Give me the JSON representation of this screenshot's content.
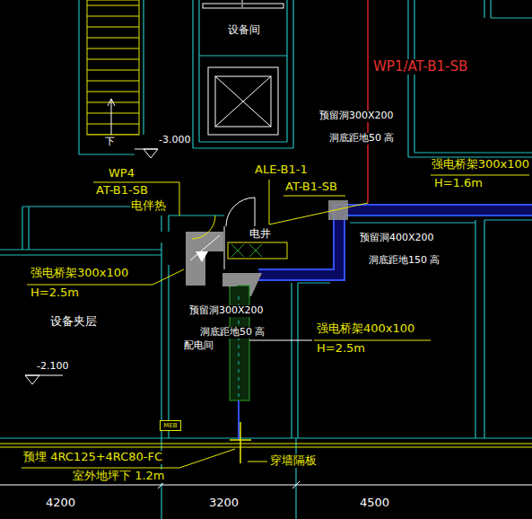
{
  "diagram": {
    "nodes": [
      {
        "text": [
          "设备间"
        ]
      },
      {
        "text": [
          "电井"
        ]
      },
      {
        "text": [
          "MEB"
        ]
      }
    ],
    "labels": [
      "下",
      "-3.000",
      "WP1/AT-B1-SB",
      "预留洞300X200",
      "洞底距地50 高",
      "强电桥架300x100",
      "H=1.6m",
      "ALE-B1-1",
      "AT-B1-SB",
      "WP4",
      "AT-B1-SB",
      "电伴热",
      "预留洞400X200",
      "洞底距地150 高",
      "强电桥架300x100",
      "H=2.5m",
      "设备夹层",
      "预留洞300X200",
      "洞底距地50 高",
      "配电间",
      "强电桥架400x100",
      "H=2.5m",
      "-2.100",
      "预埋 4RC125+4RC80-FC",
      "室外地坪下 1.2m",
      "穿墙隔板",
      "4200",
      "3200",
      "4500"
    ]
  }
}
